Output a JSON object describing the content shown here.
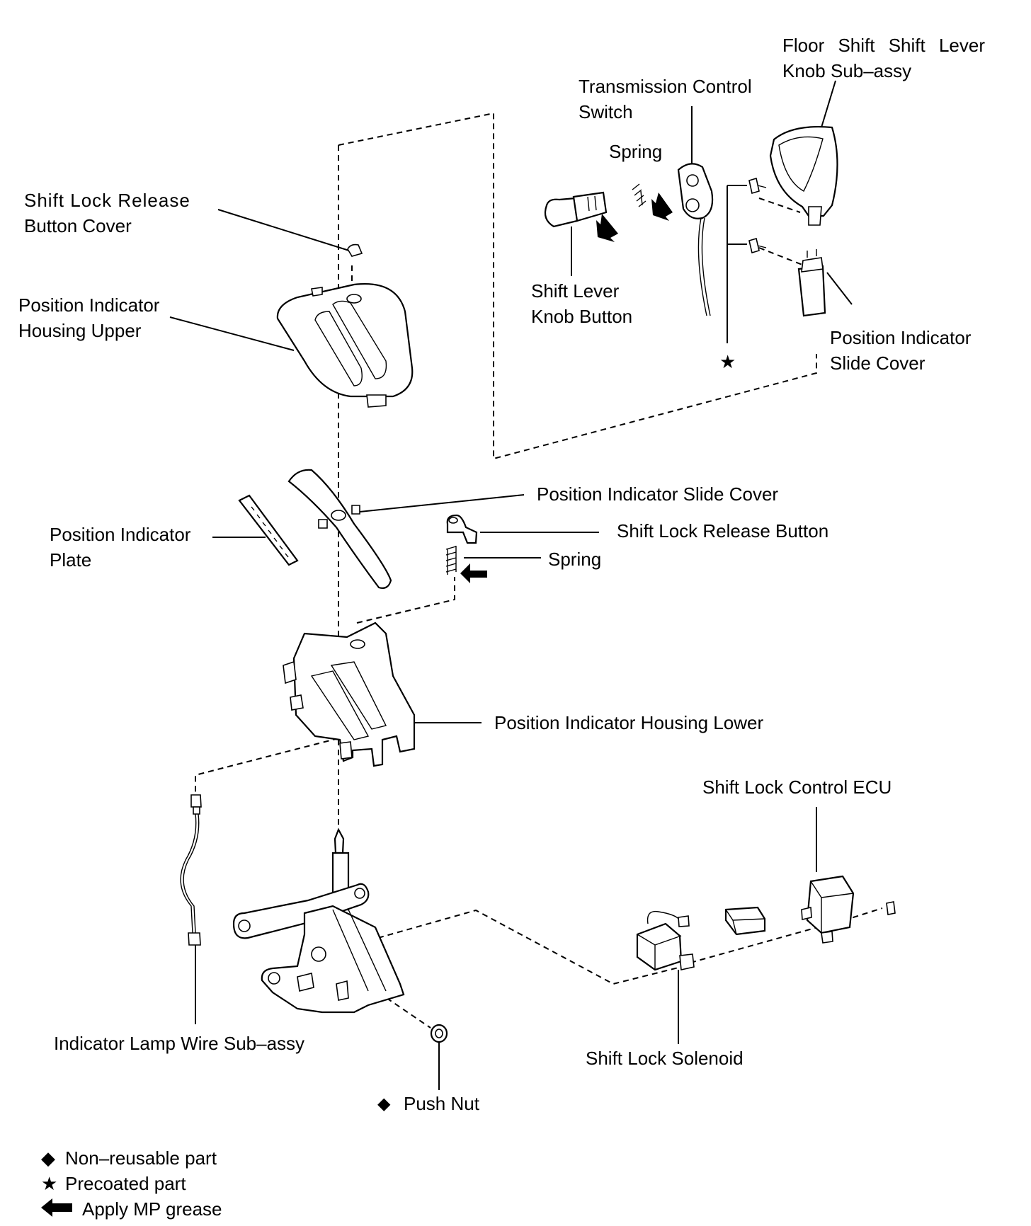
{
  "labels": {
    "floor_shift_knob": [
      "Floor Shift Shift Lever",
      "Knob Sub–assy"
    ],
    "transmission_control_switch": [
      "Transmission Control",
      "Switch"
    ],
    "spring_top": "Spring",
    "shift_lock_release_button_cover": [
      "Shift Lock Release",
      "Button Cover"
    ],
    "position_indicator_housing_upper": [
      "Position Indicator",
      "Housing Upper"
    ],
    "shift_lever_knob_button": [
      "Shift Lever",
      "Knob Button"
    ],
    "position_indicator_slide_cover_right": [
      "Position Indicator",
      "Slide Cover"
    ],
    "position_indicator_slide_cover": "Position Indicator Slide Cover",
    "position_indicator_plate": [
      "Position Indicator",
      "Plate"
    ],
    "shift_lock_release_button": "Shift Lock Release Button",
    "spring_middle": "Spring",
    "position_indicator_housing_lower": "Position Indicator Housing Lower",
    "shift_lock_control_ecu": "Shift Lock Control ECU",
    "indicator_lamp_wire": "Indicator Lamp Wire Sub–assy",
    "shift_lock_solenoid": "Shift Lock Solenoid",
    "push_nut": "Push Nut"
  },
  "symbols": {
    "non_reusable": "◆",
    "precoated": "★"
  },
  "legend": [
    {
      "symbol": "◆",
      "text": "Non–reusable part"
    },
    {
      "symbol": "★",
      "text": "Precoated part"
    },
    {
      "symbol": "arrow-left-icon",
      "text": "Apply MP grease"
    }
  ]
}
